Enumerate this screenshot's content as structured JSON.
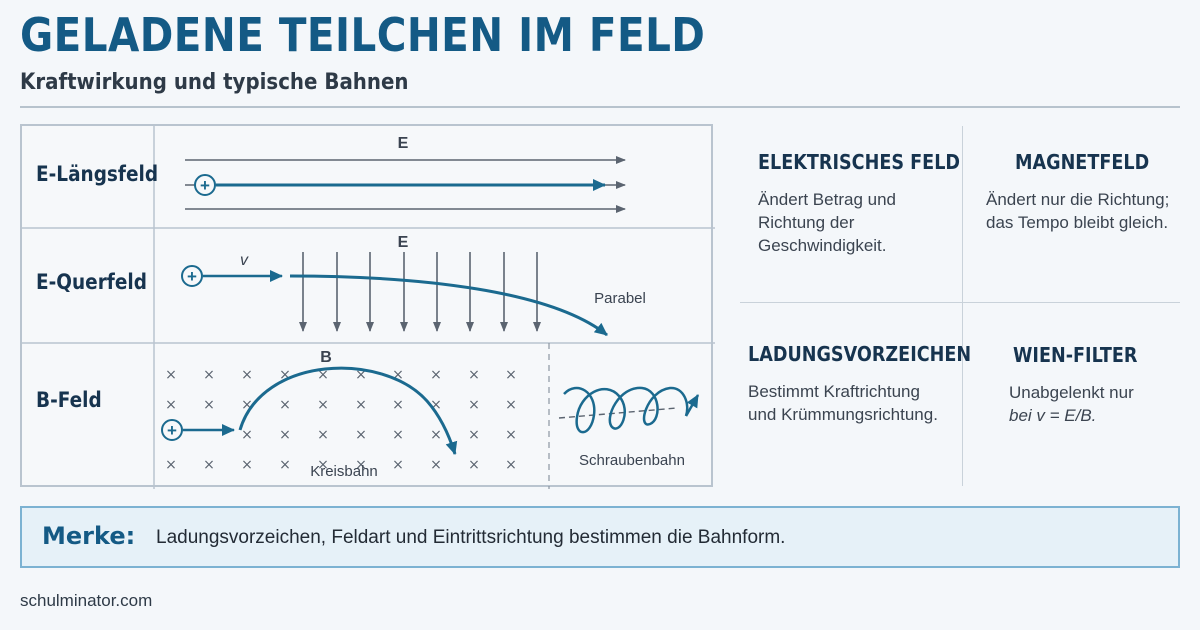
{
  "header": {
    "title": "GELADENE TEILCHEN IM FELD",
    "subtitle": "Kraftwirkung und typische Bahnen"
  },
  "diagram": {
    "rows": [
      {
        "label": "E-Längsfeld",
        "field_symbol": "E"
      },
      {
        "label": "E-Querfeld",
        "field_symbol": "E",
        "velocity_symbol": "v",
        "path_label": "Parabel"
      },
      {
        "label": "B-Feld",
        "field_symbol": "B",
        "path_label": "Kreisbahn",
        "helix_label": "Schraubenbahn"
      }
    ],
    "charge_symbol": "+",
    "field_into_page_symbol": "×"
  },
  "info": [
    {
      "heading": "ELEKTRISCHES FELD",
      "text": [
        "Ändert Betrag und",
        "Richtung der",
        "Geschwindigkeit."
      ]
    },
    {
      "heading": "MAGNETFELD",
      "text": [
        "Ändert nur die Richtung;",
        "das Tempo bleibt gleich."
      ]
    },
    {
      "heading": "LADUNGSVORZEICHEN",
      "text": [
        "Bestimmt Kraftrichtung",
        "und Krümmungsrichtung."
      ]
    },
    {
      "heading": "WIEN-FILTER",
      "text": [
        "Unabgelenkt nur",
        "bei  v = E/B."
      ]
    }
  ],
  "merke": {
    "label": "Merke:",
    "text": "Ladungsvorzeichen, Feldart und Eintrittsrichtung bestimmen die Bahnform."
  },
  "footer": {
    "site": "schulminator.com"
  },
  "colors": {
    "accent": "#145a85",
    "path": "#1b6a8f",
    "field_lines": "#5b6470",
    "dark_text": "#17344f"
  }
}
